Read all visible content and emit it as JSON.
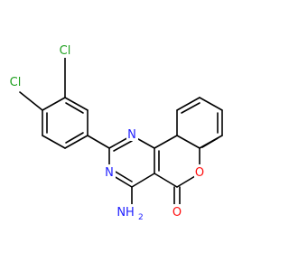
{
  "molecule": {
    "atoms": [
      {
        "id": "cl3",
        "text": "Cl",
        "element": "Cl"
      },
      {
        "id": "cl4",
        "text": "Cl",
        "element": "Cl"
      },
      {
        "id": "n1",
        "text": "N",
        "element": "N"
      },
      {
        "id": "n3",
        "text": "N",
        "element": "N"
      },
      {
        "id": "o6",
        "text": "O",
        "element": "O"
      },
      {
        "id": "o5",
        "text": "O",
        "element": "O"
      },
      {
        "id": "nh2-n",
        "text": "NH",
        "element": "N"
      },
      {
        "id": "nh2-h",
        "text": "H",
        "element": "H"
      },
      {
        "id": "nh2-sub",
        "text": "2",
        "element": "H"
      }
    ]
  },
  "colors": {
    "bond": "#000000",
    "carbon": "#000000",
    "chlorine": "#1fa01f",
    "nitrogen": "#2020ff",
    "oxygen": "#ff0d0d"
  }
}
